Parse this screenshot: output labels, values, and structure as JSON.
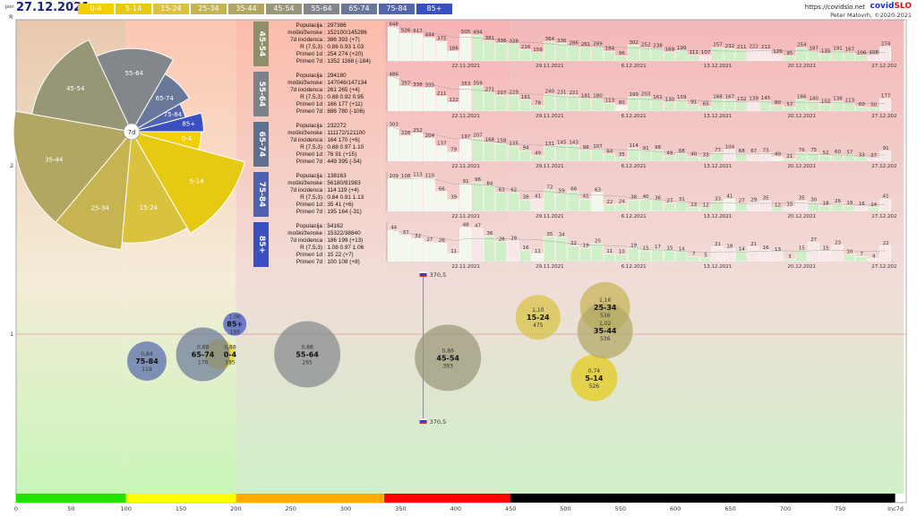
{
  "header": {
    "prefix": "pon",
    "date": "27.12.2021",
    "url": "https://covidslo.net",
    "brand_a": "covid",
    "brand_b": "SLO",
    "author": "Peter Malovrh, ©2020-2021"
  },
  "age_groups": [
    {
      "label": "0-4",
      "color": "#f2cf00"
    },
    {
      "label": "5-14",
      "color": "#e6c912"
    },
    {
      "label": "15-24",
      "color": "#d8c23e"
    },
    {
      "label": "25-34",
      "color": "#c6b352"
    },
    {
      "label": "35-44",
      "color": "#b1a662"
    },
    {
      "label": "45-54",
      "color": "#979676"
    },
    {
      "label": "55-64",
      "color": "#83878c"
    },
    {
      "label": "65-74",
      "color": "#697899"
    },
    {
      "label": "75-84",
      "color": "#5366ab"
    },
    {
      "label": "85+",
      "color": "#3a50c2"
    }
  ],
  "stat_keys": [
    "Populacija",
    "moški/ženske",
    "7d incidenca",
    "R (7,5,3)",
    "Primeri 1d",
    "Primeri 7d"
  ],
  "panels": [
    {
      "label": "45-54",
      "color": "#8e8e68",
      "stats": [
        "297386",
        "152100/145286",
        "386 393 (+7)",
        "0.86 0.93 1.03",
        "254 274 (+20)",
        "1352 1168 (-184)"
      ],
      "values": [
        648,
        526,
        517,
        444,
        375,
        186,
        505,
        494,
        381,
        336,
        328,
        216,
        159,
        364,
        336,
        286,
        261,
        269,
        184,
        96,
        302,
        252,
        238,
        169,
        199,
        111,
        107,
        257,
        232,
        211,
        222,
        212,
        126,
        95,
        254,
        187,
        135,
        191,
        167,
        106,
        108,
        274
      ]
    },
    {
      "label": "55-64",
      "color": "#7c8288",
      "stats": [
        "294180",
        "147046/147134",
        "261 265 (+4)",
        "0.88 0.92 0.95",
        "166 177 (+11)",
        "886 780 (-106)"
      ],
      "values": [
        486,
        357,
        338,
        335,
        211,
        122,
        353,
        359,
        271,
        227,
        229,
        161,
        78,
        240,
        231,
        221,
        181,
        180,
        113,
        80,
        199,
        203,
        161,
        130,
        159,
        91,
        65,
        168,
        167,
        132,
        139,
        145,
        80,
        57,
        166,
        140,
        102,
        138,
        113,
        60,
        50,
        177
      ]
    },
    {
      "label": "65-74",
      "color": "#5f7090",
      "stats": [
        "232272",
        "111172/121100",
        "164 170 (+6)",
        "0.88 0.97 1.10",
        "76 91 (+15)",
        "449 395 (-54)"
      ],
      "values": [
        303,
        226,
        252,
        204,
        137,
        79,
        197,
        207,
        168,
        158,
        135,
        94,
        49,
        131,
        145,
        143,
        98,
        107,
        64,
        35,
        114,
        91,
        98,
        49,
        68,
        40,
        33,
        77,
        104,
        68,
        67,
        73,
        40,
        21,
        76,
        75,
        52,
        60,
        57,
        33,
        27,
        91
      ]
    },
    {
      "label": "75-84",
      "color": "#4f62b0",
      "stats": [
        "138163",
        "56180/81983",
        "114 119 (+4)",
        "0.84 0.91 1.13",
        "35 41 (+6)",
        "195 164 (-31)"
      ],
      "values": [
        109,
        108,
        113,
        110,
        66,
        39,
        91,
        96,
        84,
        63,
        62,
        38,
        41,
        72,
        59,
        66,
        41,
        63,
        22,
        24,
        38,
        40,
        36,
        27,
        31,
        13,
        12,
        33,
        41,
        27,
        29,
        35,
        12,
        15,
        35,
        30,
        18,
        26,
        19,
        16,
        14,
        41
      ]
    },
    {
      "label": "85+",
      "color": "#3a50c2",
      "stats": [
        "54162",
        "15322/38840",
        "186 199 (+13)",
        "1.08 0.97 1.06",
        "15 22 (+7)",
        "100 108 (+8)"
      ],
      "values": [
        44,
        37,
        32,
        27,
        26,
        11,
        48,
        47,
        36,
        28,
        29,
        16,
        11,
        35,
        34,
        22,
        19,
        25,
        11,
        10,
        19,
        15,
        17,
        15,
        14,
        7,
        5,
        21,
        18,
        14,
        21,
        16,
        13,
        3,
        15,
        27,
        15,
        23,
        10,
        7,
        4,
        22
      ]
    }
  ],
  "chart_data": {
    "type": "scatter",
    "xlabel": "Inc7d",
    "ylabel": "R",
    "xlim": [
      0,
      800
    ],
    "ylim": [
      0,
      2.8
    ],
    "x_ticks": [
      0,
      50,
      100,
      150,
      200,
      250,
      300,
      350,
      400,
      450,
      500,
      550,
      600,
      650,
      700,
      750
    ],
    "y_ticks": [
      1,
      2
    ],
    "bar_dates": {
      "22.11.2021": 6,
      "29.11.2021": 13,
      "6.12.2021": 20,
      "13.12.2021": 27,
      "20.12.2021": 34,
      "27.12.2021": 41
    },
    "bubbles": [
      {
        "label": "0-4",
        "r": "0,88",
        "R": 0.88,
        "inc": 185
      },
      {
        "label": "5-14",
        "r": "0,74",
        "R": 0.74,
        "inc": 526
      },
      {
        "label": "15-24",
        "r": "1,10",
        "R": 1.1,
        "inc": 475
      },
      {
        "label": "25-34",
        "r": "1,16",
        "R": 1.16,
        "inc": 536
      },
      {
        "label": "35-44",
        "r": "1,02",
        "R": 1.02,
        "inc": 536
      },
      {
        "label": "45-54",
        "r": "0,86",
        "R": 0.86,
        "inc": 393
      },
      {
        "label": "55-64",
        "r": "0,88",
        "R": 0.88,
        "inc": 265
      },
      {
        "label": "65-74",
        "r": "0,88",
        "R": 0.88,
        "inc": 170
      },
      {
        "label": "75-84",
        "r": "0,84",
        "R": 0.84,
        "inc": 119
      },
      {
        "label": "85+",
        "r": "1,06",
        "R": 1.06,
        "inc": 199
      }
    ],
    "slovenia": {
      "label": "370,5",
      "inc": 370.5
    },
    "zones": [
      {
        "from": 0,
        "to": 100,
        "color": "#22e000"
      },
      {
        "from": 100,
        "to": 200,
        "color": "#ffff00"
      },
      {
        "from": 200,
        "to": 335,
        "color": "#ffaa00"
      },
      {
        "from": 335,
        "to": 450,
        "color": "#ff0000"
      },
      {
        "from": 450,
        "to": 800,
        "color": "#000000"
      }
    ],
    "radial_center": "7d"
  }
}
